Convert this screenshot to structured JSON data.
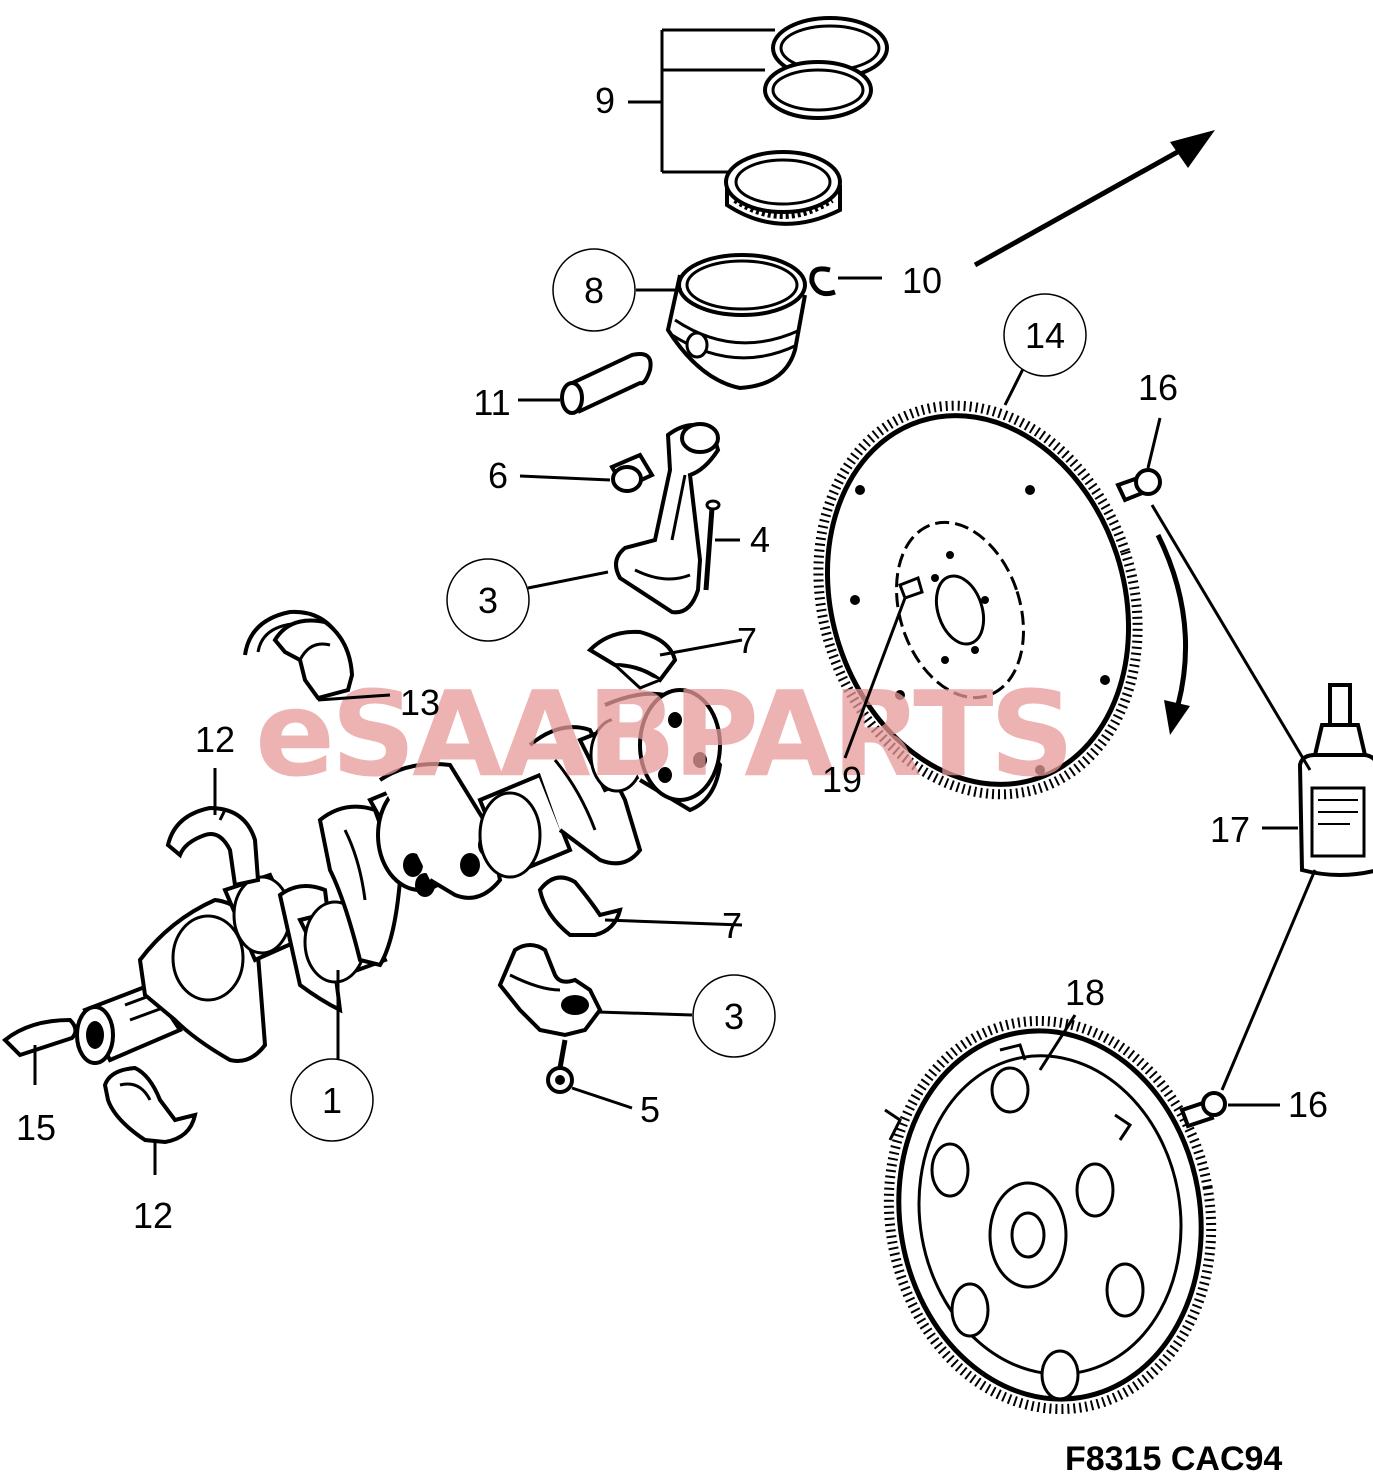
{
  "watermark": "eSAABPARTS",
  "figure_code": "F8315 CAC94",
  "callouts": {
    "c1": "1",
    "c3a": "3",
    "c3b": "3",
    "c4": "4",
    "c5": "5",
    "c6": "6",
    "c7a": "7",
    "c7b": "7",
    "c8": "8",
    "c9": "9",
    "c10": "10",
    "c11": "11",
    "c12a": "12",
    "c12b": "12",
    "c13": "13",
    "c14": "14",
    "c15": "15",
    "c16a": "16",
    "c16b": "16",
    "c17": "17",
    "c18": "18",
    "c19": "19"
  }
}
